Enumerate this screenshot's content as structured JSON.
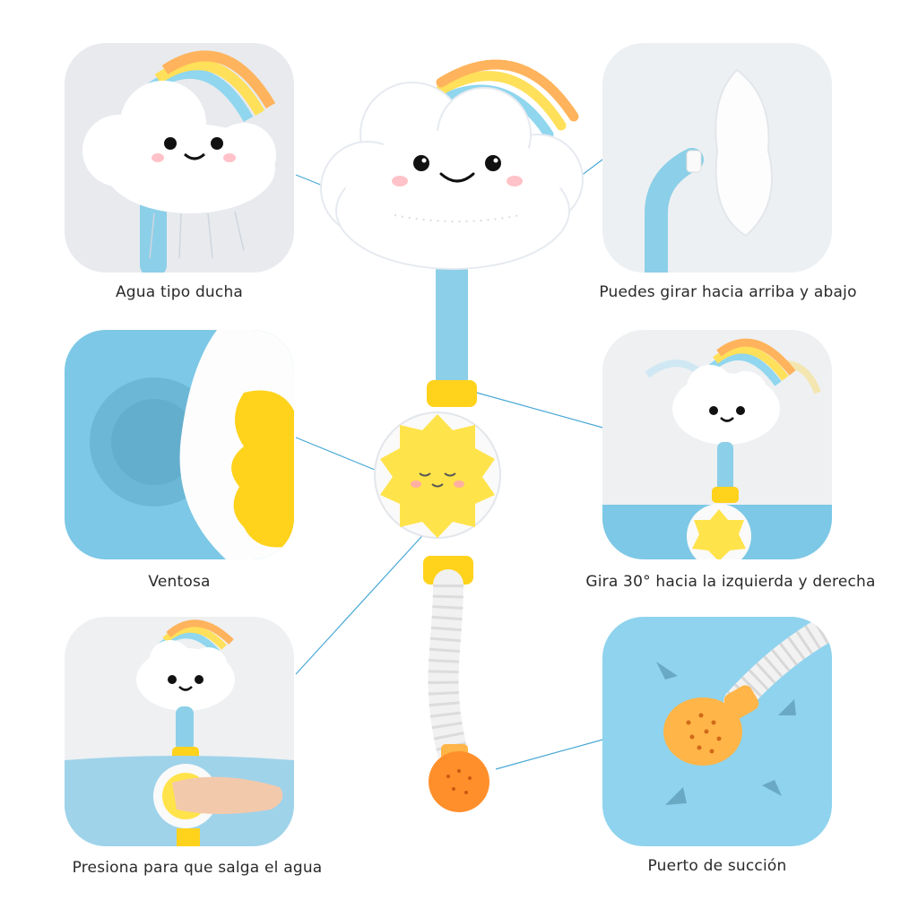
{
  "captions": {
    "shower": "Agua tipo ducha",
    "tilt": "Puedes girar hacia arriba y abajo",
    "suction": "Ventosa",
    "rotate": "Gira 30° hacia la izquierda y derecha",
    "press": "Presiona para que salga el agua",
    "intake": "Puerto de succión"
  },
  "colors": {
    "panel_bg": "#e9ecf1",
    "blue_panel": "#7cc8e6",
    "pipe_blue": "#8ccfe8",
    "sun_yellow": "#ffe34a",
    "connector_yellow": "#ffd21c",
    "orange_port": "#ff8f2b",
    "cloud_white": "#ffffff",
    "rainbow": [
      "#ff9fb4",
      "#ffb35c",
      "#ffe05a",
      "#8fd6ee"
    ],
    "leader_line": "#3aa8d6"
  }
}
